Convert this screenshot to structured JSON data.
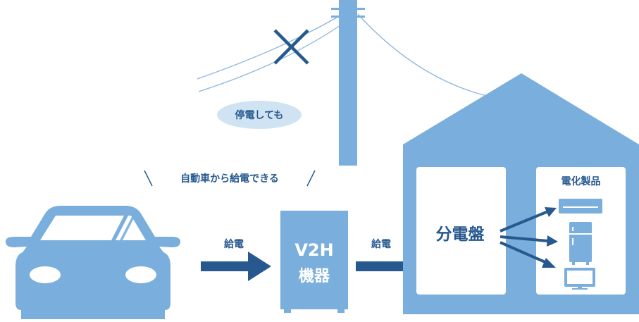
{
  "labels": {
    "outage": "停電しても",
    "headline": "自動車から給電できる",
    "supply_left": "給電",
    "supply_right": "給電",
    "device_line1": "V2H",
    "device_line2": "機器",
    "panel": "分電盤",
    "appliances": "電化製品"
  },
  "colors": {
    "light_blue": "#7aaedc",
    "dark_blue": "#27598f",
    "bubble": "#cfe3f3",
    "wire": "#8bb6de",
    "white": "#ffffff"
  },
  "icons": [
    "car-icon",
    "utility-pole-icon",
    "cross-mark-icon",
    "house-icon",
    "air-conditioner-icon",
    "refrigerator-icon",
    "television-icon"
  ]
}
